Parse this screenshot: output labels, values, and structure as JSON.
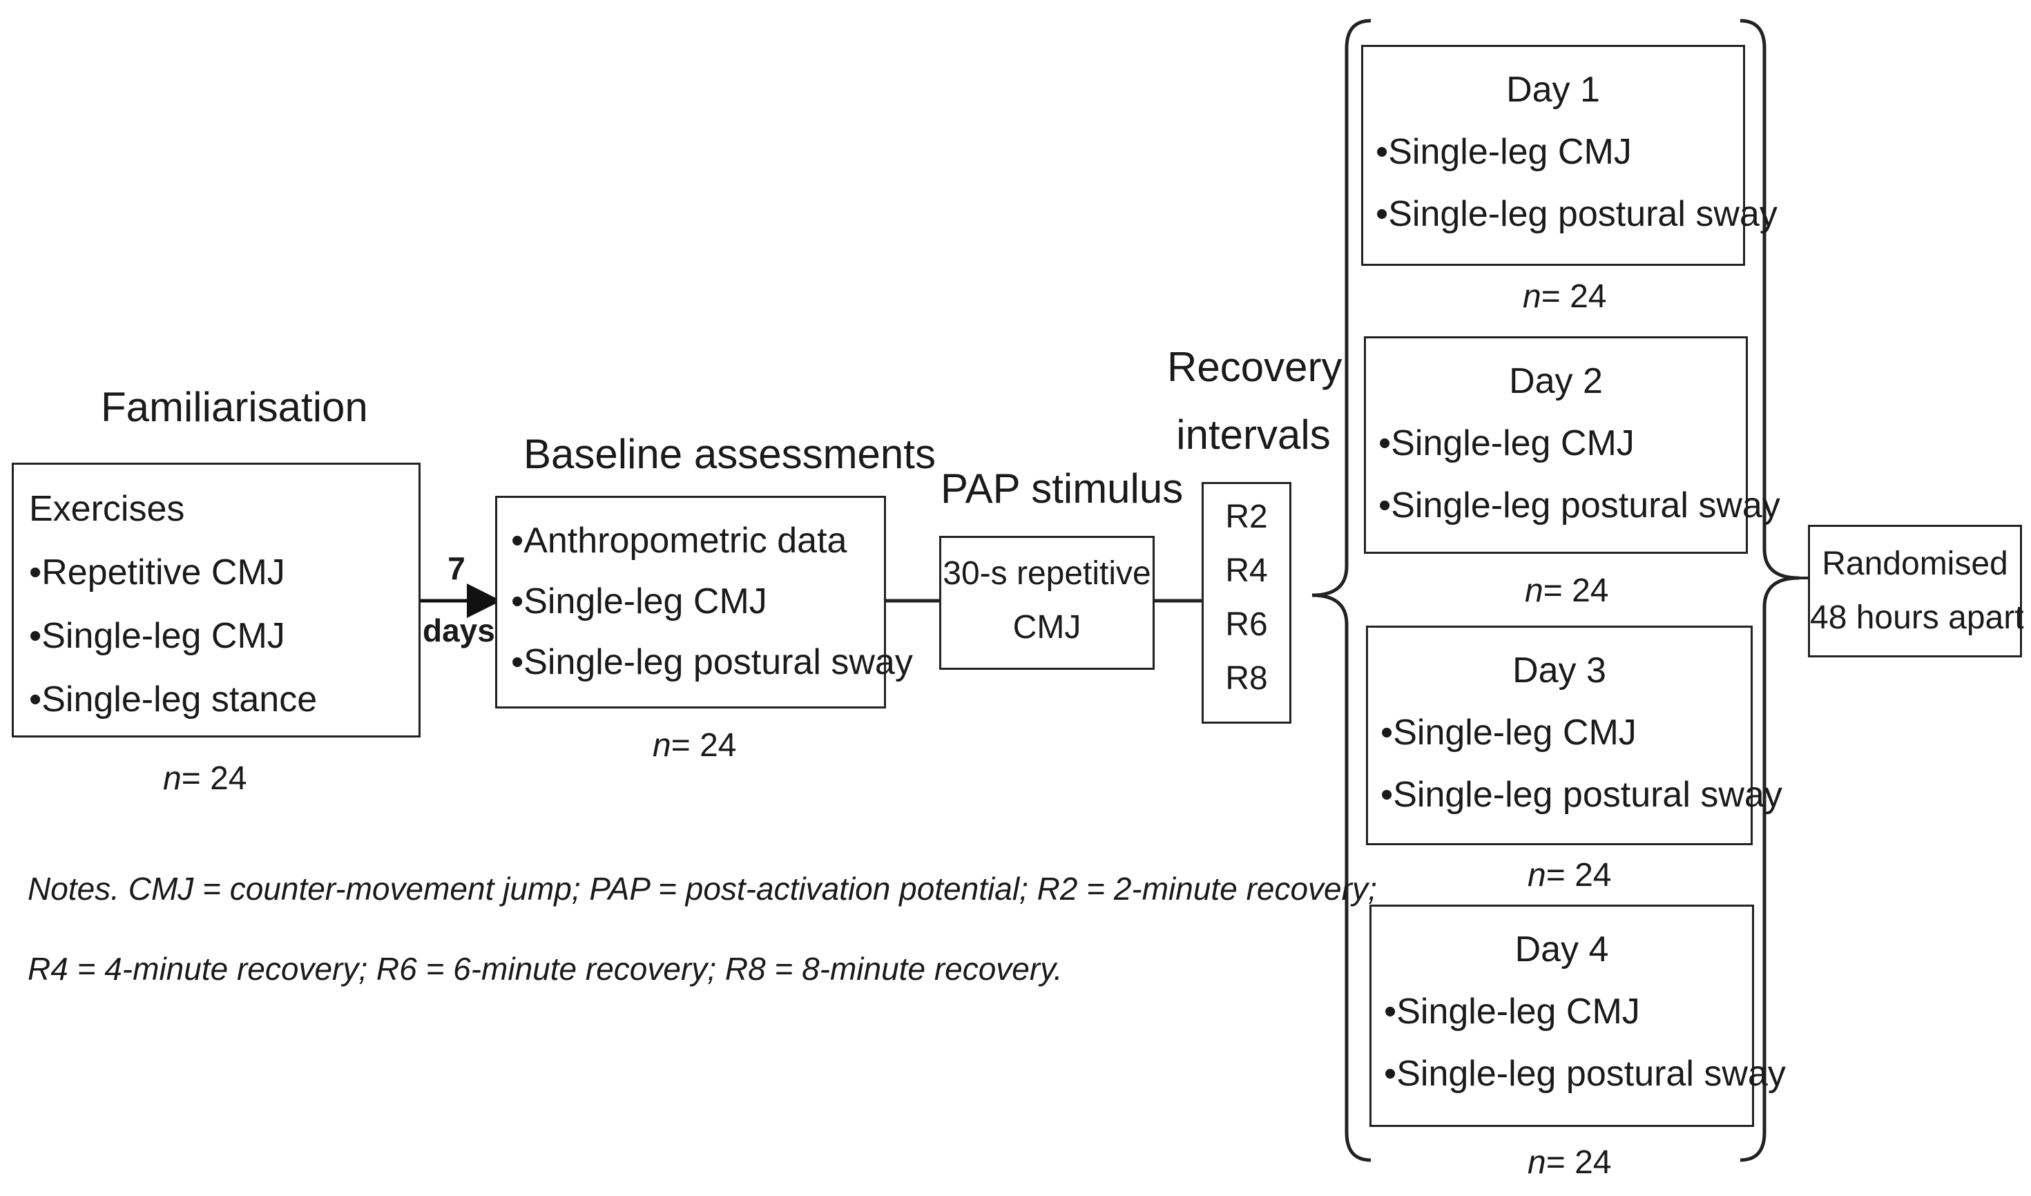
{
  "familiarisation": {
    "title": "Familiarisation",
    "box_heading": "Exercises",
    "items": [
      "•Repetitive  CMJ",
      "•Single-leg CMJ",
      "•Single-leg stance"
    ],
    "n_label": "n",
    "n_value": "= 24"
  },
  "transition": {
    "number": "7",
    "unit": "days"
  },
  "baseline": {
    "title": "Baseline assessments",
    "items": [
      "•Anthropometric  data",
      "•Single-leg CMJ",
      "•Single-leg postural sway"
    ],
    "n_label": "n",
    "n_value": "= 24"
  },
  "pap": {
    "title": "PAP stimulus",
    "line1": "30-s repetitive",
    "line2": "CMJ"
  },
  "recovery": {
    "title_line1": "Recovery",
    "title_line2": "intervals",
    "items": [
      "R2",
      "R4",
      "R6",
      "R8"
    ]
  },
  "days": [
    {
      "title": "Day 1",
      "items": [
        "•Single-leg CMJ",
        "•Single-leg postural sway"
      ],
      "n_label": "n",
      "n_value": "= 24"
    },
    {
      "title": "Day 2",
      "items": [
        "•Single-leg CMJ",
        "•Single-leg postural sway"
      ],
      "n_label": "n",
      "n_value": "= 24"
    },
    {
      "title": "Day 3",
      "items": [
        "•Single-leg CMJ",
        "•Single-leg postural sway"
      ],
      "n_label": "n",
      "n_value": "= 24"
    },
    {
      "title": "Day 4",
      "items": [
        "•Single-leg CMJ",
        "•Single-leg postural sway"
      ],
      "n_label": "n",
      "n_value": "= 24"
    }
  ],
  "randomised": {
    "line1": "Randomised",
    "line2": "48 hours apart"
  },
  "notes": {
    "line1": "Notes. CMJ = counter-movement jump; PAP = post-activation potential; R2 = 2-minute recovery;",
    "line2": "R4 = 4-minute recovery; R6 = 6-minute recovery; R8 = 8-minute recovery."
  }
}
